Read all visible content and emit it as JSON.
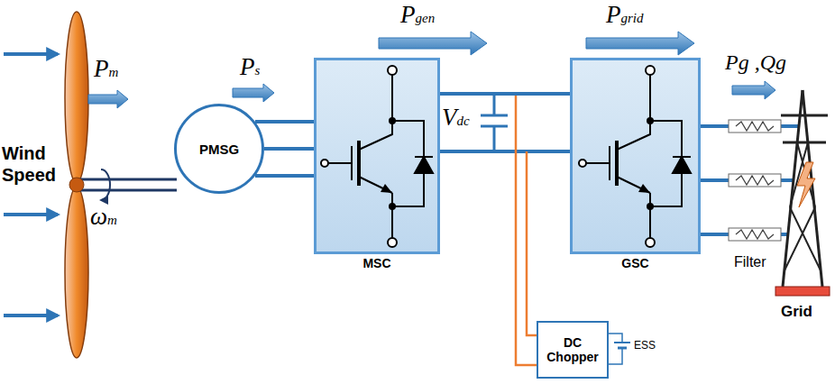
{
  "diagram": {
    "nodes": [
      {
        "text": [
          "PMSG"
        ]
      },
      {
        "text": [
          "MSC"
        ]
      },
      {
        "text": [
          "GSC"
        ]
      },
      {
        "text": [
          "DC Chopper"
        ]
      }
    ],
    "edges": [
      {
        "from": 0,
        "to": 1,
        "arrow": "none"
      },
      {
        "from": 1,
        "to": 2,
        "arrow": "none"
      }
    ],
    "labels": [
      "Wind Speed",
      "Pm",
      "ωm",
      "Ps",
      "Pgen",
      "Vdc",
      "Pgrid",
      "Pg ,Qg",
      "Filter",
      "Grid",
      "ESS"
    ]
  }
}
